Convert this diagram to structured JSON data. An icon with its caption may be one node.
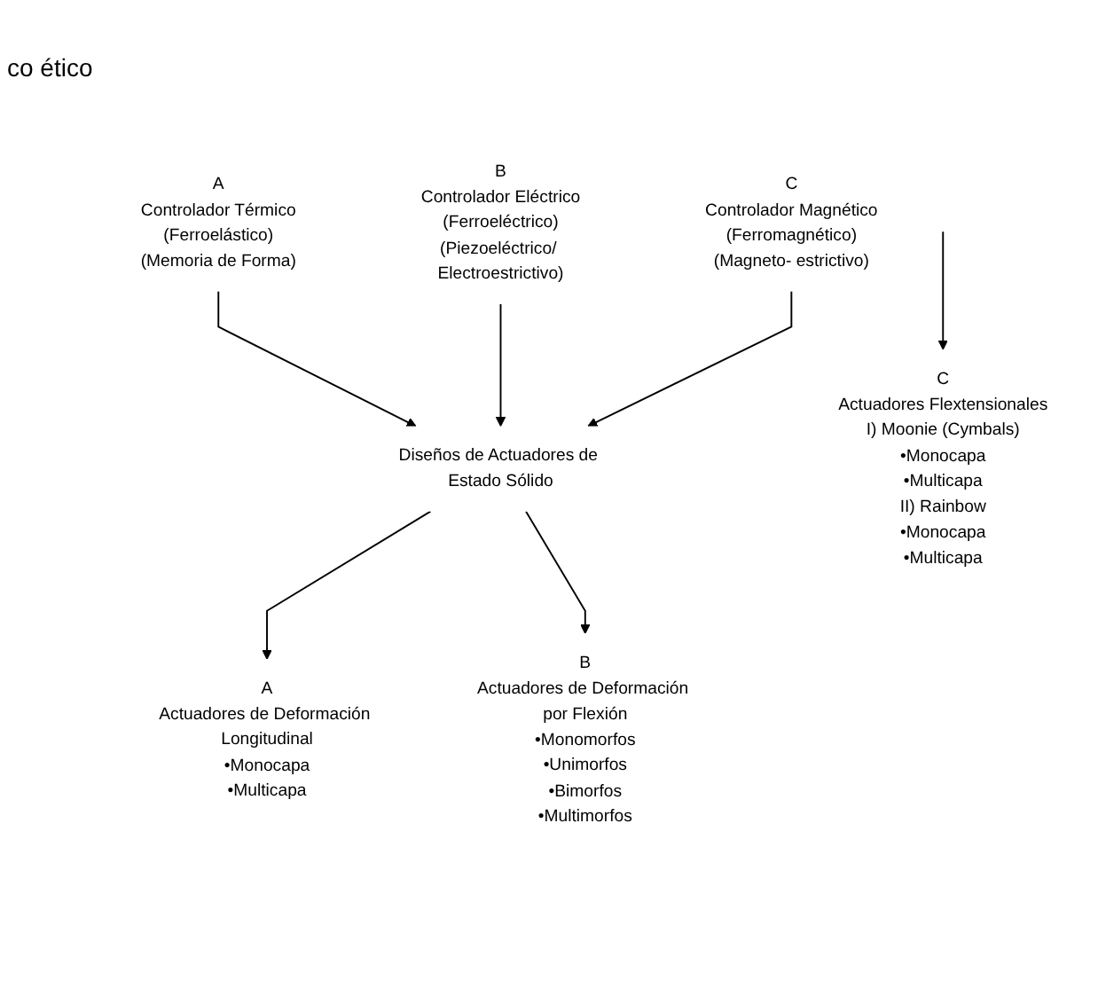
{
  "diagram": {
    "nodes": [
      {
        "text": [
          "A",
          "Controlador Térmico",
          "(Ferroelástico)",
          "(Memoria de Forma)"
        ]
      },
      {
        "text": [
          "B",
          "Controlador Eléctrico",
          "(Ferroeléctrico)",
          "(Piezoeléctrico/ Electroestrictivo)"
        ]
      },
      {
        "text": [
          "C",
          "Controlador Magnético",
          "(Ferromagnético)",
          "(Magneto- estrictivo)"
        ]
      },
      {
        "text": [
          "Diseños de Actuadores de Estado Sólido"
        ]
      },
      {
        "text": [
          "A",
          "Actuadores de Deformación Longitudinal",
          "•Monocapa",
          "•Multicapa"
        ]
      },
      {
        "text": [
          "B",
          "Actuadores de Deformación por Flexión",
          "•Monomorfos",
          "•Unimorfos",
          "•Bimorfos",
          "•Multimorfos"
        ]
      },
      {
        "text": [
          "C",
          "Actuadores Flextensionales",
          "I) Moonie (Cymbals)",
          "•Monocapa",
          "•Multicapa",
          "II) Rainbow",
          "•Monocapa",
          "•Multicapa"
        ]
      }
    ],
    "edges": [
      {
        "from": 0,
        "to": 3,
        "arrow": "to"
      },
      {
        "from": 1,
        "to": 3,
        "arrow": "to"
      },
      {
        "from": 2,
        "to": 3,
        "arrow": "to"
      },
      {
        "from": 3,
        "to": 4,
        "arrow": "to"
      },
      {
        "from": 3,
        "to": 5,
        "arrow": "to"
      },
      {
        "from": null,
        "to": 6,
        "arrow": "to"
      }
    ],
    "labels": [
      "co ético"
    ]
  }
}
